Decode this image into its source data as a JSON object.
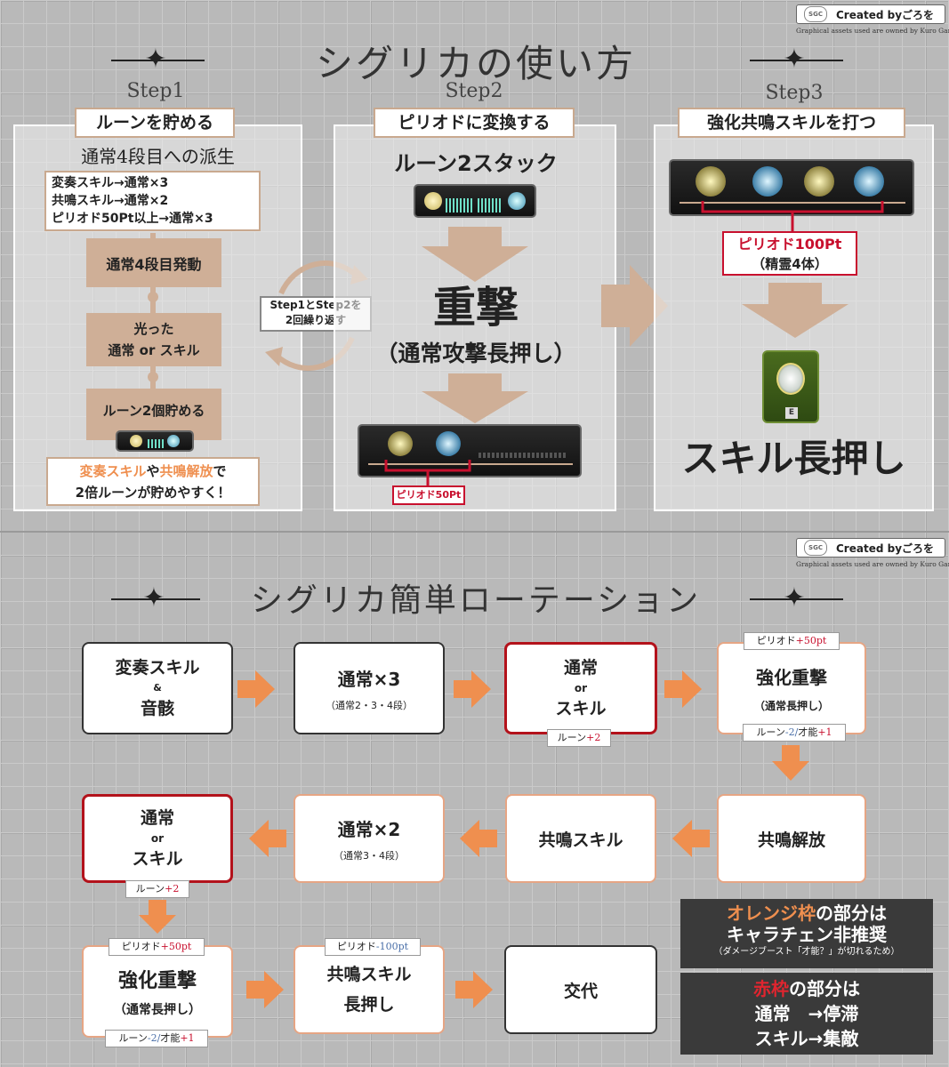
{
  "credit": {
    "text": "Created byごろを",
    "sub": "Graphical assets used are owned by Kuro Games"
  },
  "top": {
    "title": "シグリカの使い方",
    "steps": [
      "Step1",
      "Step2",
      "Step3"
    ],
    "step1": {
      "heading": "ルーンを貯める",
      "sub": "通常4段目への派生",
      "conds": [
        "変奏スキル→通常×3",
        "共鳴スキル→通常×2",
        "ピリオド50Pt以上→通常×3"
      ],
      "box1": "通常4段目発動",
      "box2a": "光った",
      "box2b": "通常 or スキル",
      "box3": "ルーン2個貯める",
      "note_orange1": "変奏スキル",
      "note_mid": "や",
      "note_orange2": "共鳴解放",
      "note_end": "で",
      "note_line2": "2倍ルーンが貯めやすく！"
    },
    "loop": {
      "line1": "Step1とStep2を",
      "line2": "2回繰り返す"
    },
    "step2": {
      "heading": "ピリオドに変換する",
      "sub": "ルーン2スタック",
      "big": "重撃",
      "big_sub": "（通常攻撃長押し）",
      "tag": "ピリオド50Pt"
    },
    "step3": {
      "heading": "強化共鳴スキルを打つ",
      "tag1": "ピリオド100Pt",
      "tag2": "（精霊4体）",
      "key": "E",
      "big": "スキル長押し"
    }
  },
  "bottom": {
    "title": "シグリカ簡単ローテーション",
    "boxes": {
      "b1": {
        "l1": "変奏スキル",
        "l2": "&",
        "l3": "音骸"
      },
      "b2": {
        "l1": "通常×3",
        "l2": "（通常2・3・4段）"
      },
      "b3": {
        "l1": "通常",
        "l2": "or",
        "l3": "スキル"
      },
      "b4": {
        "l1": "強化重撃",
        "l2": "（通常長押し）"
      },
      "b5": {
        "l1": "共鳴解放"
      },
      "b6": {
        "l1": "共鳴スキル"
      },
      "b7": {
        "l1": "通常×2",
        "l2": "（通常3・4段）"
      },
      "b8": {
        "l1": "通常",
        "l2": "or",
        "l3": "スキル"
      },
      "b9": {
        "l1": "強化重撃",
        "l2": "（通常長押し）"
      },
      "b10": {
        "l1": "共鳴スキル",
        "l2": "長押し"
      },
      "b11": {
        "l1": "交代"
      }
    },
    "tags": {
      "rune": "ルーン",
      "plus2": "+2",
      "period": "ピリオド",
      "plus50": "+50pt",
      "minus100": "-100pt",
      "minus2": "-2",
      "slash": "/",
      "talent": "才能",
      "plus1": "+1"
    },
    "legend1": {
      "orange": "オレンジ枠",
      "l1_rest": "の部分は",
      "l2": "キャラチェン非推奨",
      "l3": "（ダメージブースト「才能？」が切れるため）"
    },
    "legend2": {
      "red": "赤枠",
      "l1_rest": "の部分は",
      "l2": "通常　→停滞",
      "l3": "スキル→集敵"
    }
  },
  "colors": {
    "tan": "#cfaf97",
    "orange": "#ef8f4f",
    "red": "#c8102e",
    "blue": "#4a6fa8",
    "dark": "#3a3a3a"
  }
}
